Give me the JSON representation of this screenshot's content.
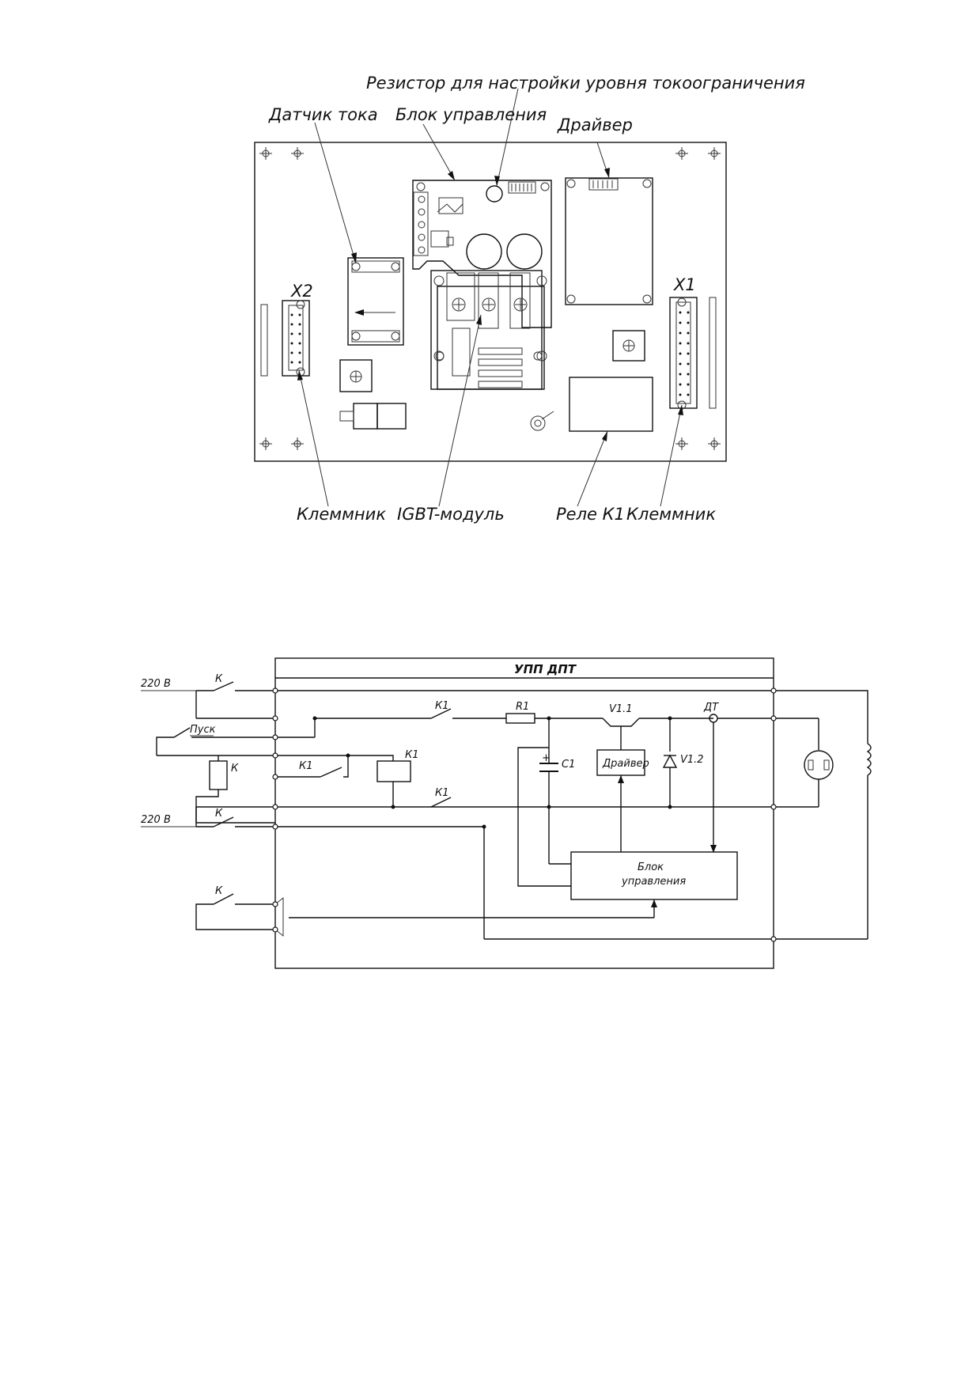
{
  "board": {
    "callouts": {
      "resistor": "Резистор для настройки уровня токоограничения",
      "current_sensor": "Датчик тока",
      "control_unit": "Блок управления",
      "driver": "Драйвер",
      "x2": "X2",
      "x1": "X1",
      "terminal_left": "Клеммник",
      "igbt": "IGBT-модуль",
      "relay": "Реле К1",
      "terminal_right": "Клеммник"
    }
  },
  "schematic": {
    "title": "УПП ДПТ",
    "supply_top": "220 В",
    "supply_bottom": "220 В",
    "start": "Пуск",
    "k_switch_1": "К",
    "k_coil": "К",
    "k_switch_2": "К",
    "k_switch_3": "К",
    "k1_contact_top": "К1",
    "k1_contact_mid": "К1",
    "k1_contact_bottom": "К1",
    "k1_coil": "К1",
    "r1": "R1",
    "c1": "С1",
    "c1_polarity": "+",
    "v11": "V1.1",
    "v12": "V1.2",
    "dt": "ДТ",
    "driver": "Драйвер",
    "control_unit_line1": "Блок",
    "control_unit_line2": "управления"
  }
}
